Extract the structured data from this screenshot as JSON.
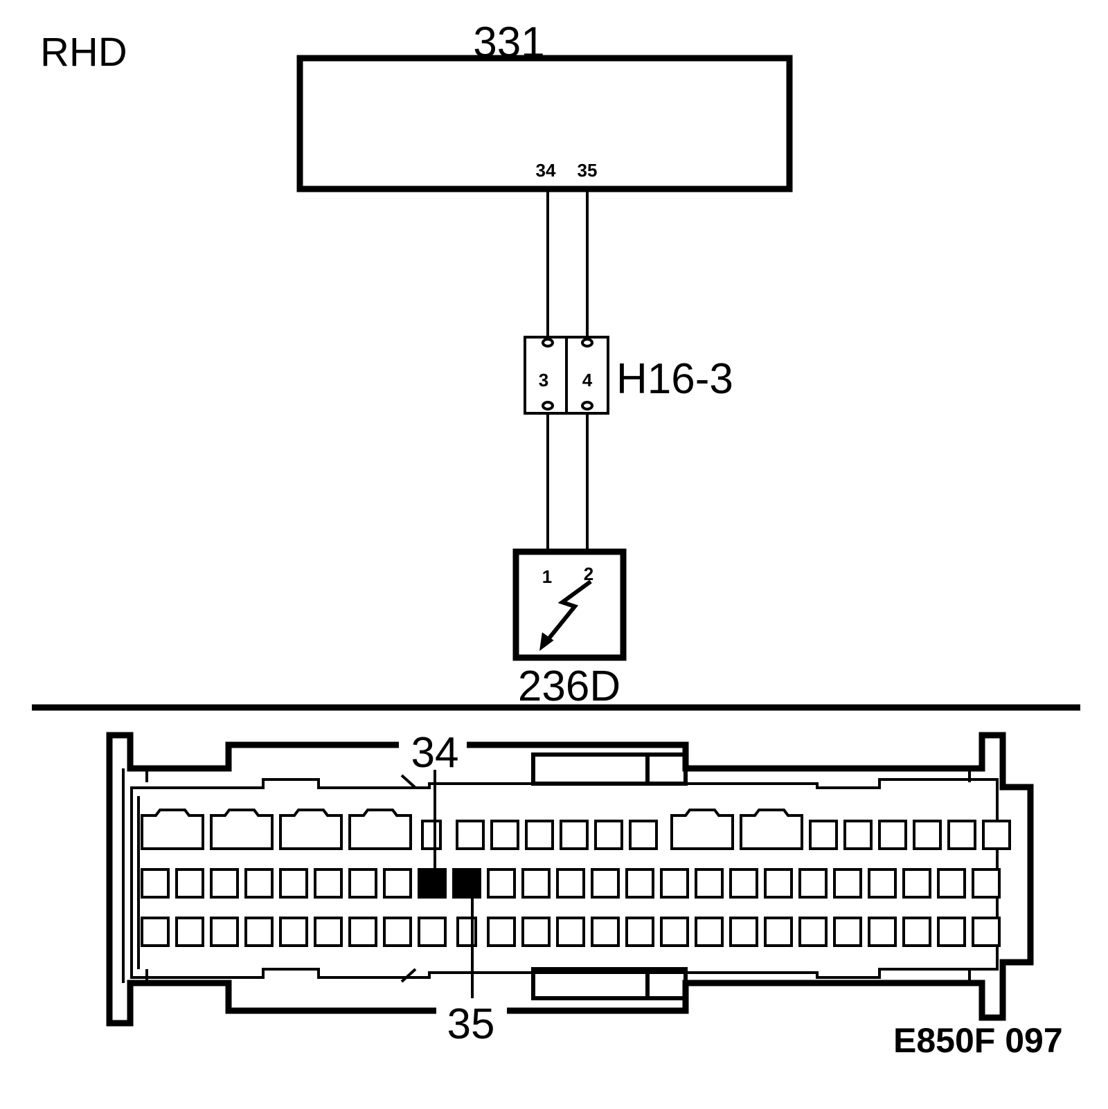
{
  "diagram": {
    "variant_label": "RHD",
    "module": {
      "id": "331",
      "pins": [
        "34",
        "35"
      ]
    },
    "connector": {
      "id": "H16-3",
      "pins": [
        "3",
        "4"
      ]
    },
    "sensor": {
      "id": "236D",
      "pins": [
        "1",
        "2"
      ]
    },
    "ecu_connector": {
      "callout_top": "34",
      "callout_bottom": "35",
      "rows": 3,
      "highlighted_pins": [
        "34",
        "35"
      ]
    },
    "figure_code": "E850F 097"
  },
  "colors": {
    "line": "#000000",
    "background": "#ffffff"
  }
}
